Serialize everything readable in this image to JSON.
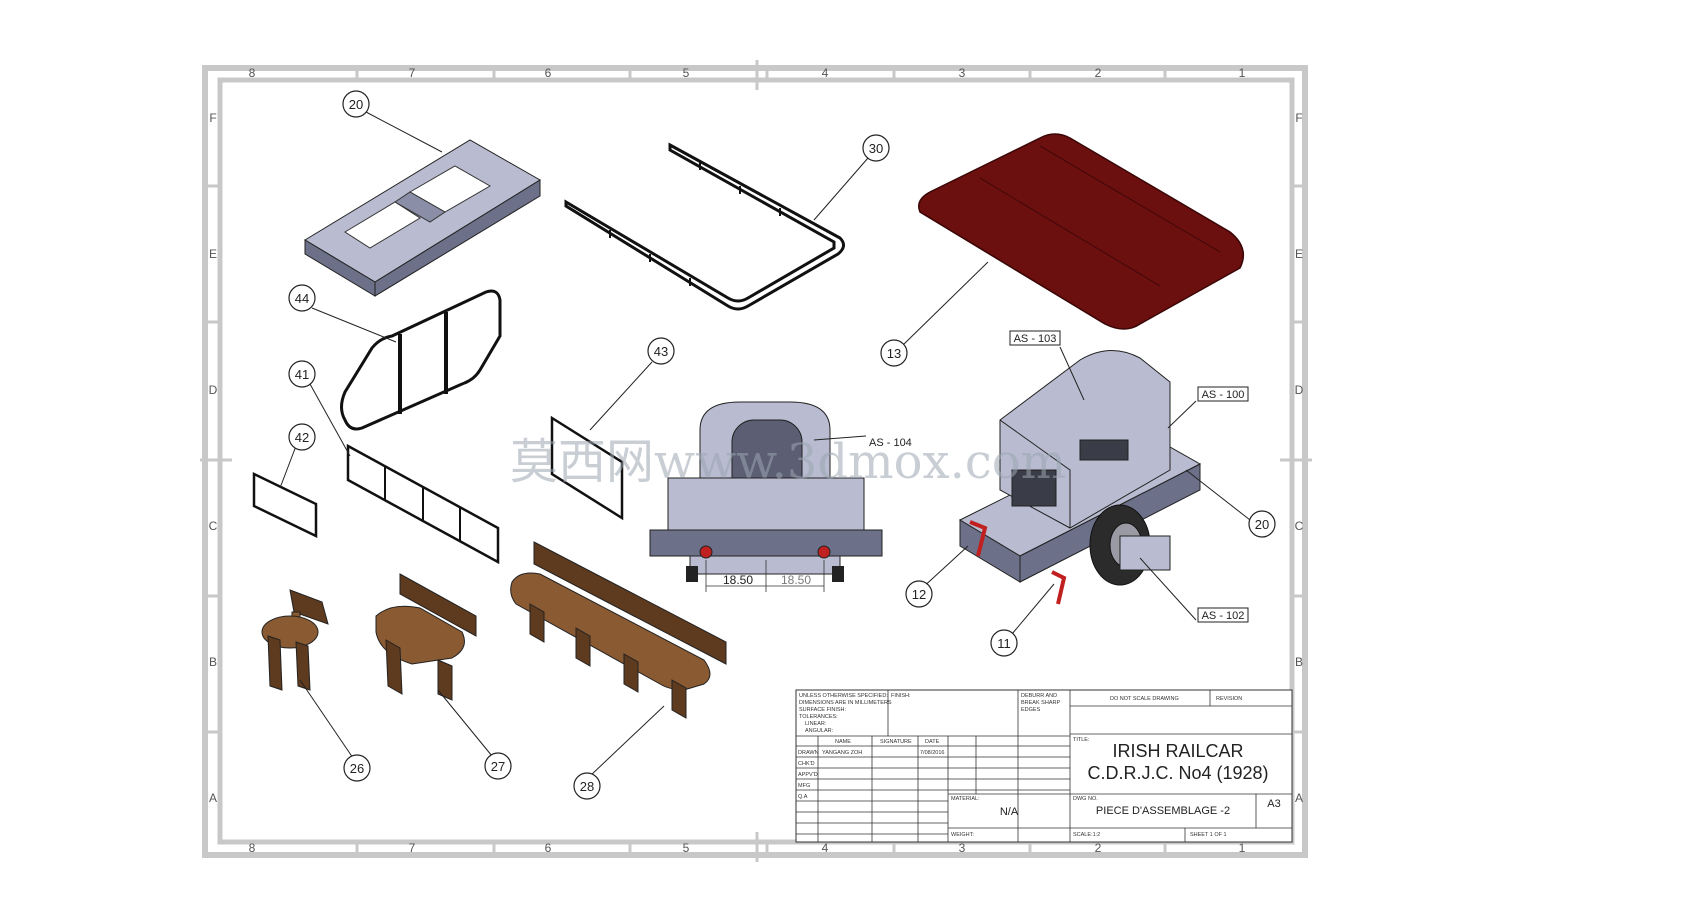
{
  "zones": {
    "columns": [
      "8",
      "7",
      "6",
      "5",
      "4",
      "3",
      "2",
      "1"
    ],
    "rows": [
      "F",
      "E",
      "D",
      "C",
      "B",
      "A"
    ]
  },
  "balloons": {
    "b20a": "20",
    "b30": "30",
    "b44": "44",
    "b13": "13",
    "b41": "41",
    "b43": "43",
    "b42": "42",
    "b20b": "20",
    "b12": "12",
    "b11": "11",
    "b26": "26",
    "b27": "27",
    "b28": "28"
  },
  "labels": {
    "as103": "AS - 103",
    "as100": "AS - 100",
    "as104": "AS - 104",
    "as102": "AS - 102"
  },
  "dimensions": {
    "left": "18.50",
    "right": "18.50"
  },
  "watermark": "莫西网www.3dmox.com",
  "title_block": {
    "tolerance_note_1": "UNLESS OTHERWISE SPECIFIED:",
    "tolerance_note_2": "DIMENSIONS ARE IN MILLIMETERS",
    "tolerance_note_3": "SURFACE FINISH:",
    "tolerance_note_4": "TOLERANCES:",
    "tolerance_note_5": "LINEAR:",
    "tolerance_note_6": "ANGULAR:",
    "finish_label": "FINISH:",
    "deburr_1": "DEBURR AND",
    "deburr_2": "BREAK SHARP",
    "deburr_3": "EDGES",
    "do_not_scale": "DO NOT SCALE DRAWING",
    "revision_label": "REVISION",
    "col_name": "NAME",
    "col_signature": "SIGNATURE",
    "col_date": "DATE",
    "row_drawn": "DRAWN",
    "row_chkd": "CHK'D",
    "row_appvd": "APPV'D",
    "row_mfg": "MFG",
    "row_qa": "Q.A",
    "drawn_name": "YANGANG ZOH",
    "drawn_date": "7/08/2016",
    "title_label": "TITLE:",
    "title_line_1": "IRISH RAILCAR",
    "title_line_2": "C.D.R.J.C. No4 (1928)",
    "material_label": "MATERIAL:",
    "material_value": "N/A",
    "dwg_label": "DWG NO.",
    "dwg_value": "PIECE D'ASSEMBLAGE -2",
    "size_value": "A3",
    "weight_label": "WEIGHT:",
    "scale_label": "SCALE:1:2",
    "sheet_label": "SHEET 1 OF 1"
  },
  "colors": {
    "roof": "#6b0f0f",
    "metal": "#b9bcd0",
    "wood": "#8a5a33",
    "border": "#c8c8c8"
  }
}
